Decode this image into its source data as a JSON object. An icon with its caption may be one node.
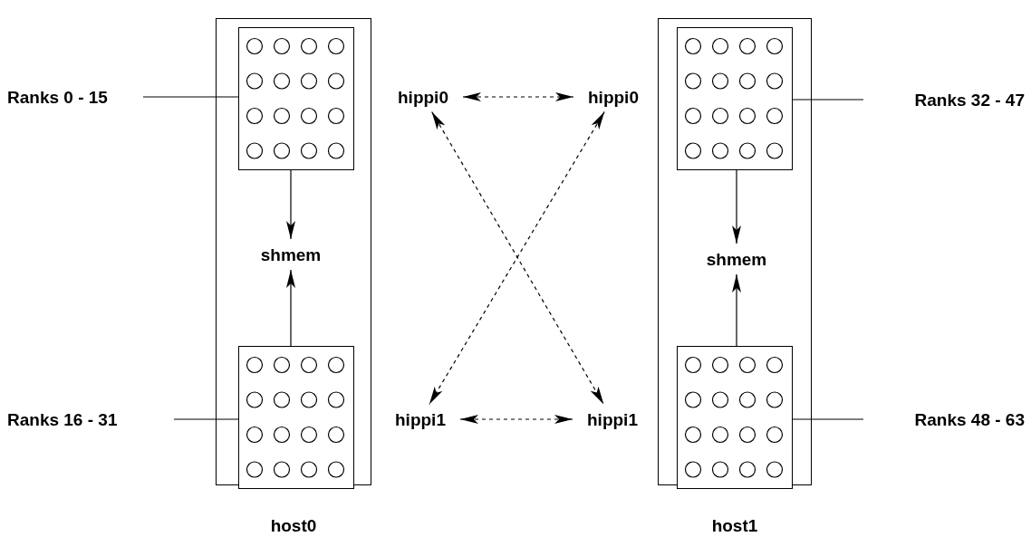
{
  "diagram": {
    "nodes": [
      {
        "text": [
          "host0"
        ]
      },
      {
        "text": [],
        "shape": "box",
        "in": 0
      },
      {
        "text": [
          "shmem"
        ],
        "in": 0
      },
      {
        "text": [],
        "shape": "box",
        "in": 0
      },
      {
        "text": [
          "host1"
        ]
      },
      {
        "text": [],
        "shape": "box",
        "in": 4
      },
      {
        "text": [
          "shmem"
        ],
        "in": 4
      },
      {
        "text": [],
        "shape": "box",
        "in": 4
      },
      {
        "text": [
          "hippi0"
        ]
      },
      {
        "text": [
          "hippi0"
        ]
      },
      {
        "text": [
          "hippi1"
        ]
      },
      {
        "text": [
          "hippi1"
        ]
      },
      {
        "text": [
          "Ranks 0 - 15"
        ]
      },
      {
        "text": [
          "Ranks 16 - 31"
        ]
      },
      {
        "text": [
          "Ranks 32 - 47"
        ]
      },
      {
        "text": [
          "Ranks 48 - 63"
        ]
      }
    ],
    "edges": [
      {
        "from": 1,
        "to": 2,
        "arrow": "to"
      },
      {
        "from": 3,
        "to": 2,
        "arrow": "to"
      },
      {
        "from": 5,
        "to": 6,
        "arrow": "to"
      },
      {
        "from": 7,
        "to": 6,
        "arrow": "to"
      },
      {
        "from": 8,
        "to": 9,
        "arrow": "both",
        "style": "dashed"
      },
      {
        "from": 10,
        "to": 11,
        "arrow": "both",
        "style": "dashed"
      },
      {
        "from": 8,
        "to": 11,
        "arrow": "both",
        "style": "dashed"
      },
      {
        "from": 9,
        "to": 10,
        "arrow": "both",
        "style": "dashed"
      },
      {
        "from": 12,
        "to": 1,
        "arrow": "none"
      },
      {
        "from": 13,
        "to": 3,
        "arrow": "none"
      },
      {
        "from": 14,
        "to": 5,
        "arrow": "none"
      },
      {
        "from": 15,
        "to": 7,
        "arrow": "none"
      }
    ]
  }
}
